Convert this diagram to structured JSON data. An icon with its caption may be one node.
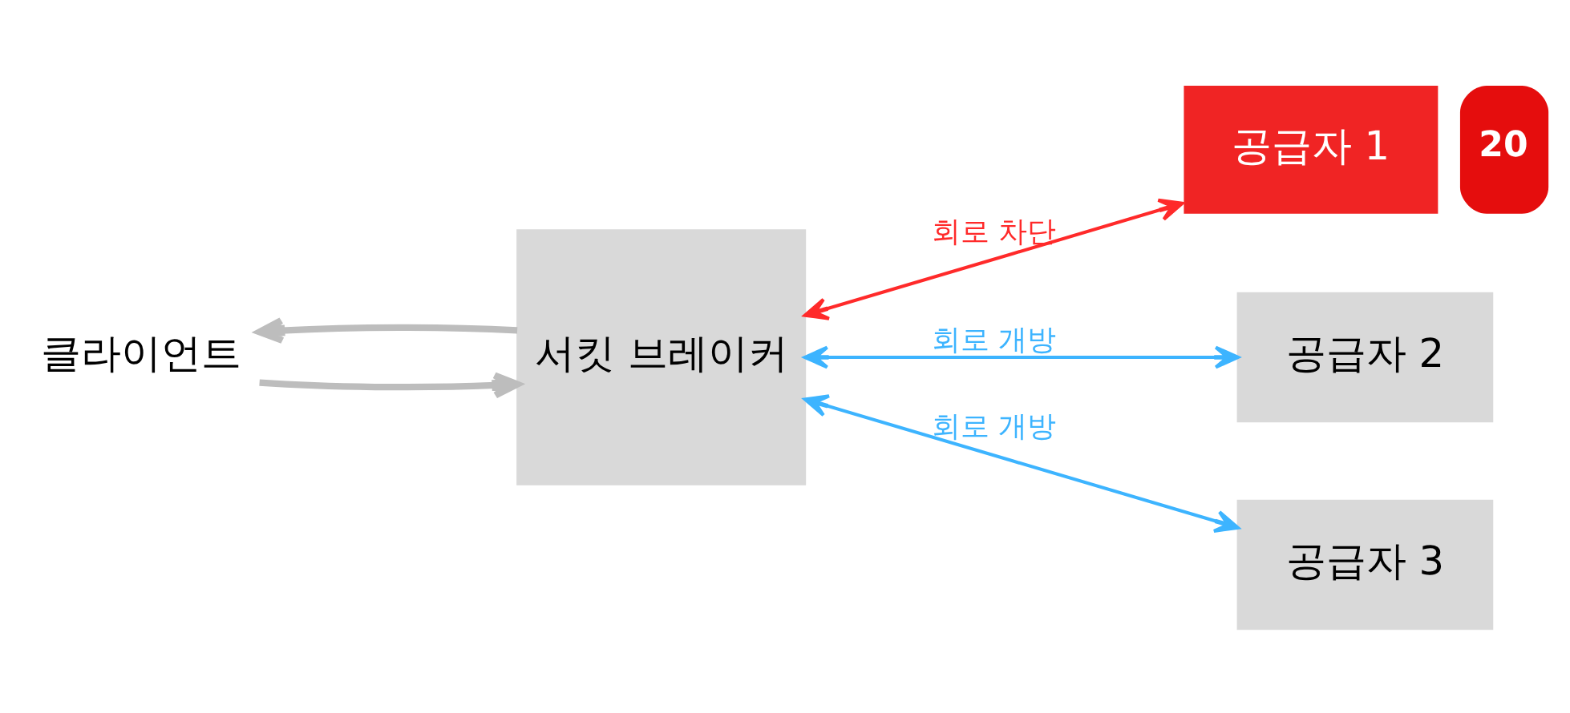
{
  "diagram": {
    "nodes": [
      {
        "text": [
          "클라이언트"
        ]
      },
      {
        "text": [
          "서킷 브레이커"
        ]
      },
      {
        "text": [
          "공급자 1"
        ],
        "beside": [
          "20"
        ]
      },
      {
        "text": [
          "공급자 2"
        ]
      },
      {
        "text": [
          "공급자 3"
        ]
      }
    ],
    "edges": [
      {
        "from": 0,
        "to": 1,
        "arrow": "to",
        "color": "#bdbdbd",
        "style": "thick"
      },
      {
        "from": 1,
        "to": 0,
        "arrow": "to",
        "color": "#bdbdbd",
        "style": "thick"
      },
      {
        "from": 1,
        "to": 2,
        "arrow": "both",
        "label": "회로 차단",
        "color": "#ff2a2a"
      },
      {
        "from": 1,
        "to": 3,
        "arrow": "both",
        "label": "회로 개방",
        "color": "#3db4ff"
      },
      {
        "from": 1,
        "to": 4,
        "arrow": "both",
        "label": "회로 개방",
        "color": "#3db4ff"
      }
    ]
  }
}
